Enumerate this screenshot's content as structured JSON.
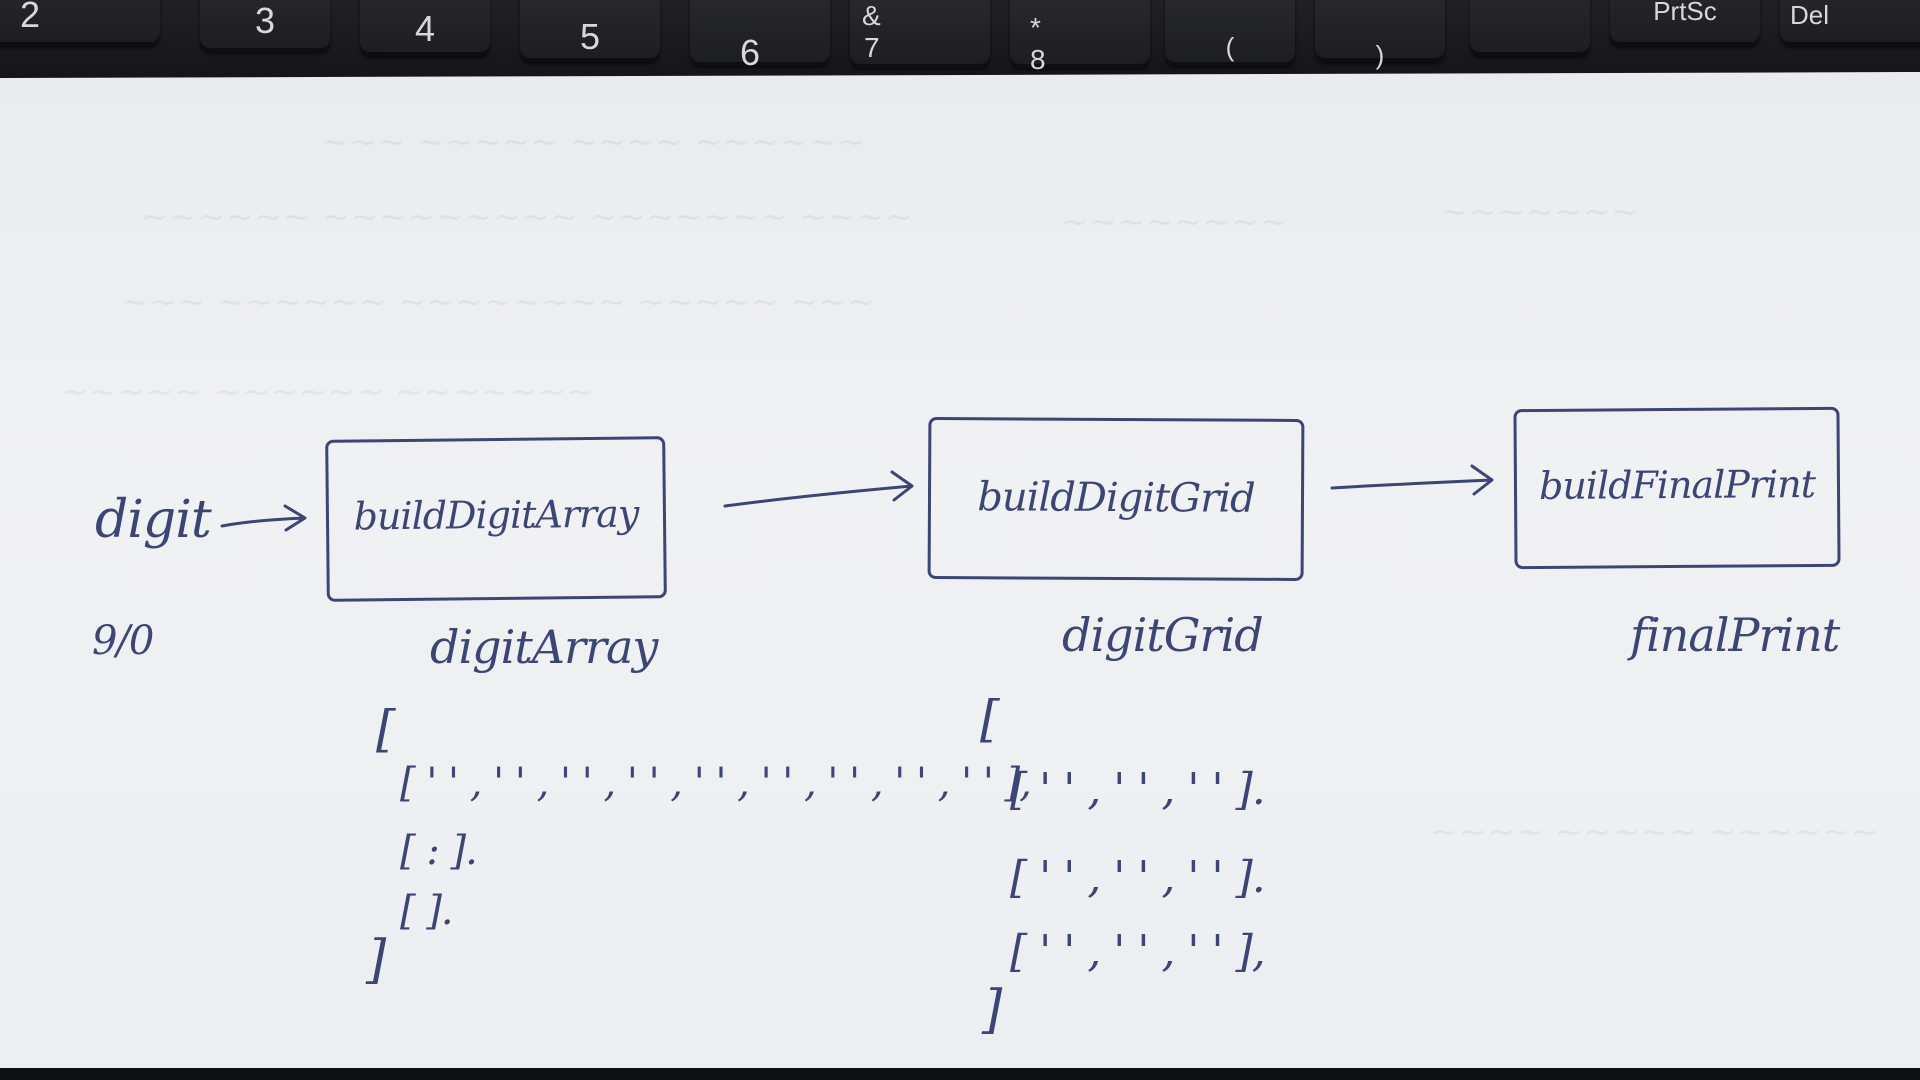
{
  "keyboard": {
    "keys": [
      "2",
      "3",
      "4",
      "5",
      "6",
      "&",
      "7",
      "*",
      "8",
      "(",
      ")",
      "PrtSc",
      "Del"
    ]
  },
  "diagram": {
    "input_label": "digit",
    "input_example": "9/0",
    "steps": [
      {
        "function": "buildDigitArray",
        "output": "digitArray"
      },
      {
        "function": "buildDigitGrid",
        "output": "digitGrid"
      },
      {
        "function": "buildFinalPrint",
        "output": "finalPrint"
      }
    ],
    "digit_array_sketch": {
      "open": "[",
      "rows": [
        "[ ' ' , ' ' , ' ' , ' ' , ' ' , ' ' , ' ' , ' ' , ' ' ],",
        "[        :        ].",
        "[                 ]."
      ],
      "close": "]"
    },
    "digit_grid_sketch": {
      "open": "[",
      "rows": [
        "[ ' ' , ' ' , ' ' ].",
        "[ ' ' , ' ' , ' ' ].",
        "[ ' ' , ' ' , ' ' ],"
      ],
      "close": "]"
    }
  },
  "colors": {
    "ink": "#3d4575",
    "paper": "#eceef1",
    "keyboard": "#1a1b1d"
  }
}
